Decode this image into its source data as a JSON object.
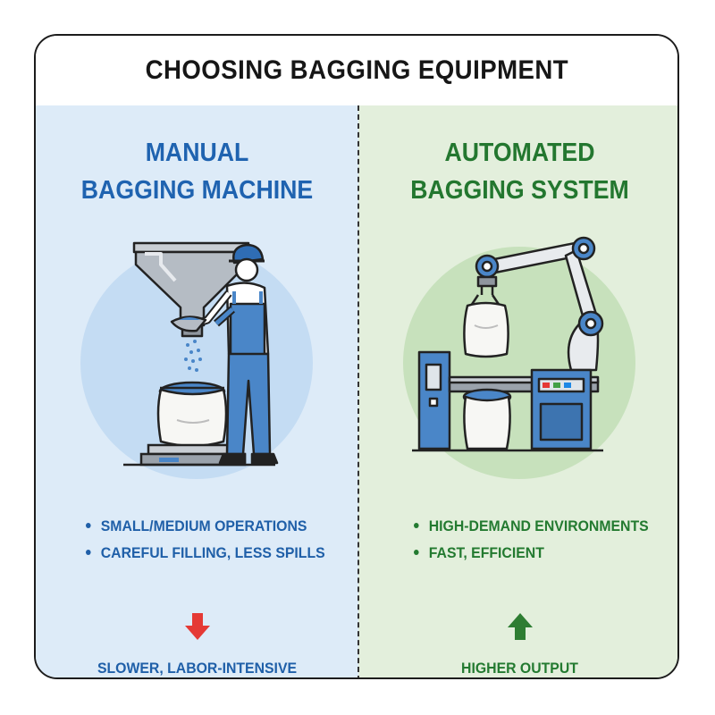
{
  "title": "CHOOSING BAGGING EQUIPMENT",
  "manual": {
    "title_line1": "MANUAL",
    "title_line2": "BAGGING MACHINE",
    "bullets": [
      "SMALL/MEDIUM OPERATIONS",
      "CAREFUL FILLING, LESS SPILLS"
    ],
    "verdict": "SLOWER, LABOR-INTENSIVE",
    "arrow": "down-arrow-icon",
    "accent": "#1f5fa8",
    "arrow_color": "#e53935"
  },
  "automated": {
    "title_line1": "AUTOMATED",
    "title_line2": "BAGGING SYSTEM",
    "bullets": [
      "HIGH-DEMAND ENVIRONMENTS",
      "FAST, EFFICIENT"
    ],
    "verdict": "HIGHER OUTPUT",
    "arrow": "up-arrow-icon",
    "accent": "#237a30",
    "arrow_color": "#2e7d32"
  }
}
